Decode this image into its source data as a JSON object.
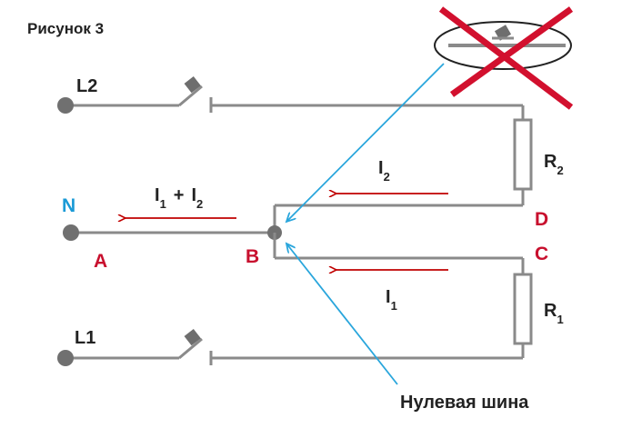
{
  "figure_caption": "Рисунок 3",
  "nodes": {
    "L2": "L2",
    "L1": "L1",
    "N": "N",
    "A": "A",
    "B": "B",
    "C": "C",
    "D": "D"
  },
  "resistors": {
    "r2": {
      "letter": "R",
      "sub": "2"
    },
    "r1": {
      "letter": "R",
      "sub": "1"
    }
  },
  "currents": {
    "i2": {
      "letter": "I",
      "sub": "2"
    },
    "i1": {
      "letter": "I",
      "sub": "1"
    },
    "sum": {
      "a": "I",
      "a_sub": "1",
      "op": "+",
      "b": "I",
      "b_sub": "2"
    }
  },
  "callout": "Нулевая шина",
  "colors": {
    "wire": "#8a8a8a",
    "dot": "#707070",
    "arrow_red": "#c00000",
    "label_red": "#c8102e",
    "label_blue": "#1a9ad6",
    "callout_blue": "#2aa6dc",
    "cross": "#d2102e",
    "text": "#222222"
  }
}
